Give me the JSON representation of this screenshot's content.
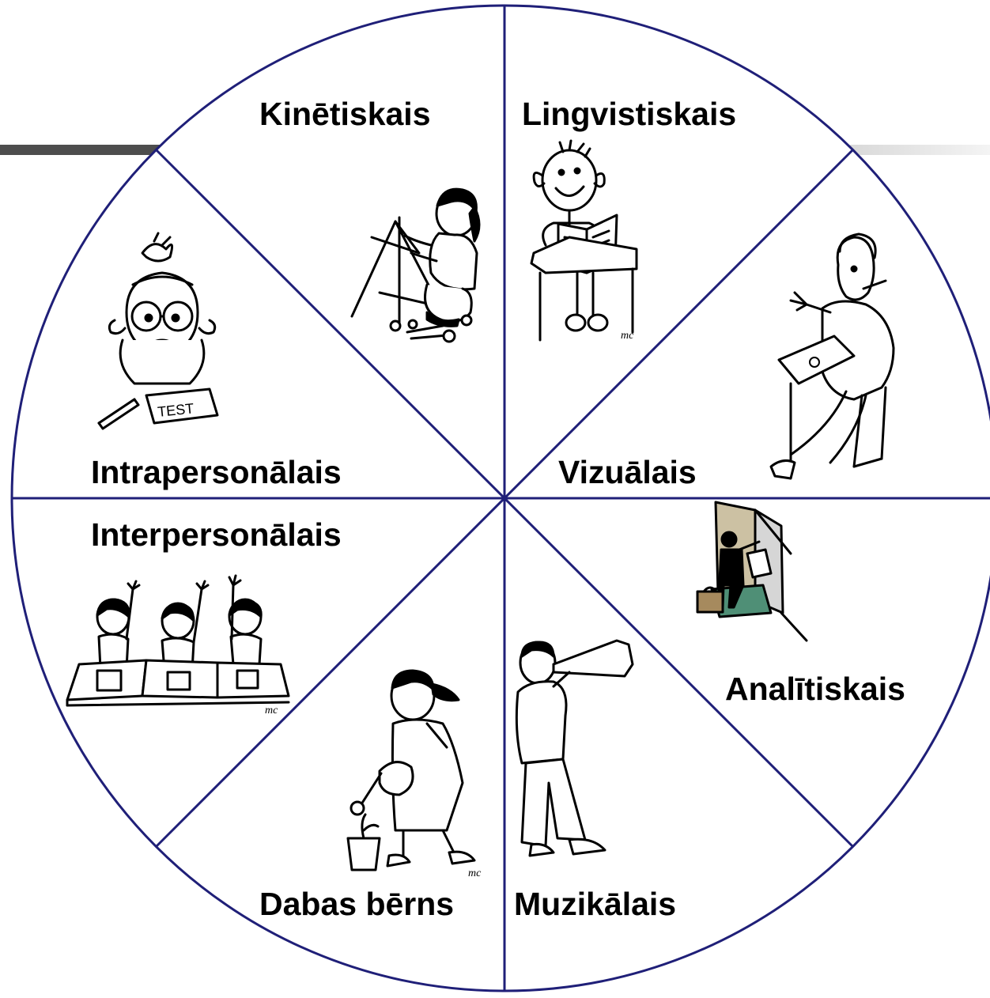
{
  "diagram": {
    "colors": {
      "circle_stroke": "#1f1f78",
      "divider_bar": "#4d4d4d",
      "divider_fade": "#e6e6e6",
      "label_text": "#000000",
      "background": "#ffffff"
    },
    "segments": [
      {
        "id": "kinetic",
        "label": "Kinētiskais",
        "illustration": "child-building-frame-icon"
      },
      {
        "id": "linguistic",
        "label": "Lingvistiskais",
        "illustration": "stick-figure-reading-icon"
      },
      {
        "id": "visual",
        "label": "Vizuālais",
        "illustration": "man-at-desk-thinking-icon"
      },
      {
        "id": "analytical",
        "label": "Analītiskais",
        "illustration": "figure-at-door-icon"
      },
      {
        "id": "musical",
        "label": "Muzikālais",
        "illustration": "boy-with-megaphone-icon"
      },
      {
        "id": "naturalist",
        "label": "Dabas bērns",
        "illustration": "girl-watering-plant-icon"
      },
      {
        "id": "interpersonal",
        "label": "Interpersonālais",
        "illustration": "students-raising-hands-icon"
      },
      {
        "id": "intrapersonal",
        "label": "Intrapersonālais",
        "illustration": "child-taking-test-icon"
      }
    ]
  }
}
